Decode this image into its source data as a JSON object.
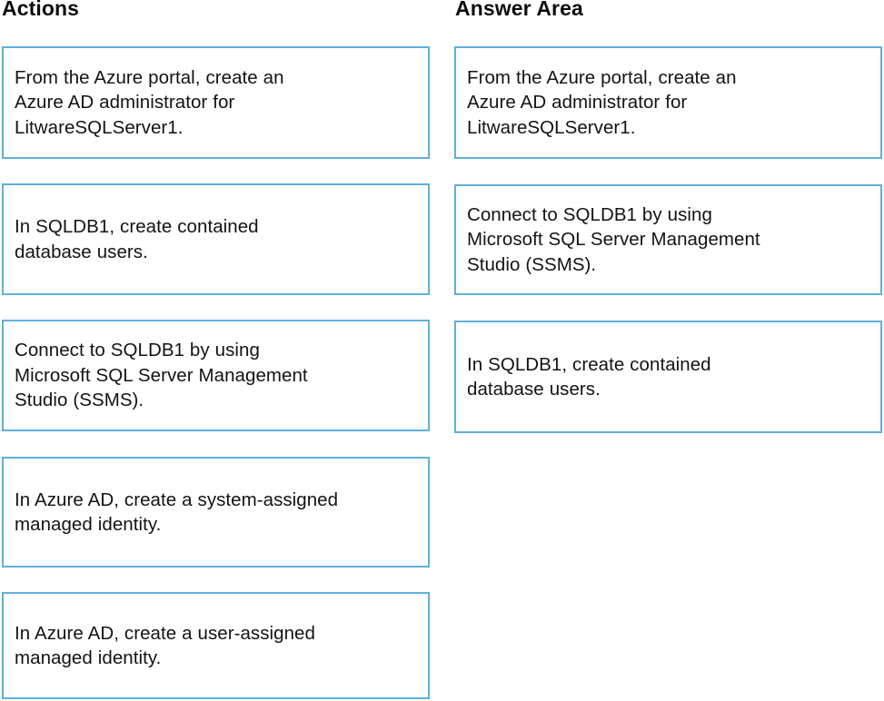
{
  "columns": {
    "actions": {
      "heading": "Actions",
      "items": [
        {
          "text": "From the Azure portal, create an\nAzure AD administrator for\nLitwareSQLServer1."
        },
        {
          "text": "In SQLDB1, create contained\ndatabase users."
        },
        {
          "text": "Connect to SQLDB1 by using\nMicrosoft SQL Server Management\nStudio (SSMS)."
        },
        {
          "text": "In Azure AD, create a system-assigned\nmanaged identity."
        },
        {
          "text": "In Azure AD, create a user-assigned\nmanaged identity."
        }
      ]
    },
    "answer_area": {
      "heading": "Answer Area",
      "items": [
        {
          "text": "From the Azure portal, create an\nAzure AD administrator for\nLitwareSQLServer1."
        },
        {
          "text": "Connect to SQLDB1 by using\nMicrosoft SQL Server Management\nStudio (SSMS)."
        },
        {
          "text": "In SQLDB1, create contained\ndatabase users."
        }
      ]
    }
  },
  "style": {
    "box_border_color": "#5fb0dc",
    "box_fill_color": "#ffffff",
    "text_color": "#131313",
    "heading_color": "#0d0d0d",
    "page_background": "#ffffff"
  }
}
